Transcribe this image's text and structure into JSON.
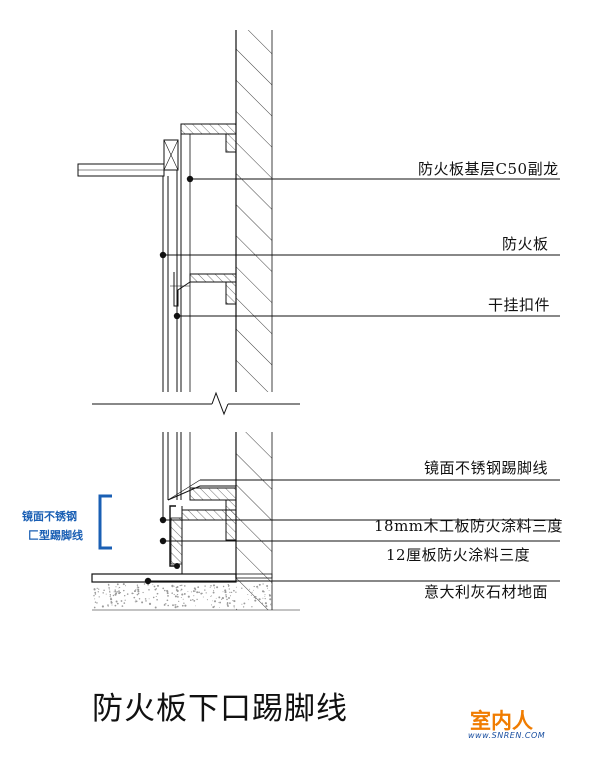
{
  "labels": {
    "c50_keel": "防火板基层C50副龙",
    "fire_board": "防火板",
    "hanger_clip": "干挂扣件",
    "mirror_steel_skirting": "镜面不锈钢踢脚线",
    "wood_board_18mm": "18mm木工板防火涂料三度",
    "board_12": "12厘板防火涂料三度",
    "stone_floor": "意大利灰石材地面"
  },
  "inset": {
    "line1": "镜面不锈钢",
    "line2": "匚型踢脚线"
  },
  "title": "防火板下口踢脚线",
  "watermark": {
    "text": "室内人",
    "url": "www.SNREN.COM"
  },
  "colors": {
    "line": "#111111",
    "inset_blue": "#1a5fb4",
    "watermark_orange": "#f07c00",
    "watermark_blue": "#1a4fa0",
    "speckle": "#9a9a9a"
  }
}
